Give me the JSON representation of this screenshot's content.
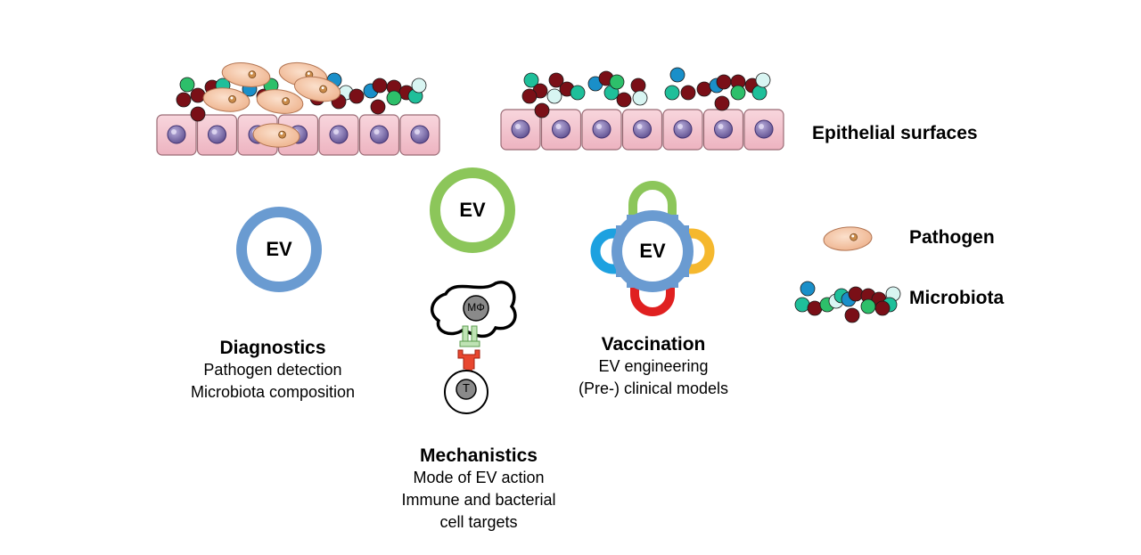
{
  "labels": {
    "epithelial": "Epithelial surfaces",
    "pathogen": "Pathogen",
    "microbiota": "Microbiota"
  },
  "ev_label": "EV",
  "cell_labels": {
    "macrophage": "MΦ",
    "tcell": "T"
  },
  "sections": {
    "diagnostics": {
      "title": "Diagnostics",
      "lines": [
        "Pathogen detection",
        "Microbiota composition"
      ]
    },
    "mechanistics": {
      "title": "Mechanistics",
      "lines": [
        "Mode of EV action",
        "Immune  and bacterial",
        "cell targets"
      ]
    },
    "vaccination": {
      "title": "Vaccination",
      "lines": [
        "EV engineering",
        "(Pre-) clinical models"
      ]
    }
  },
  "colors": {
    "ev_blue": "#6A9BD1",
    "ev_green": "#8CC65A",
    "cell_pink": "#F4C5CF",
    "nucleus": "#7B6BA6",
    "pathogen": "#F5C8A8",
    "microbe_darkred": "#7A0F17",
    "microbe_green": "#2DBF6A",
    "microbe_blue": "#1A8FC9",
    "microbe_pale": "#D8F5F2",
    "arc_green": "#8CC65A",
    "arc_blue": "#1DA1E0",
    "arc_yellow": "#F5B82E",
    "arc_red": "#E02020"
  }
}
